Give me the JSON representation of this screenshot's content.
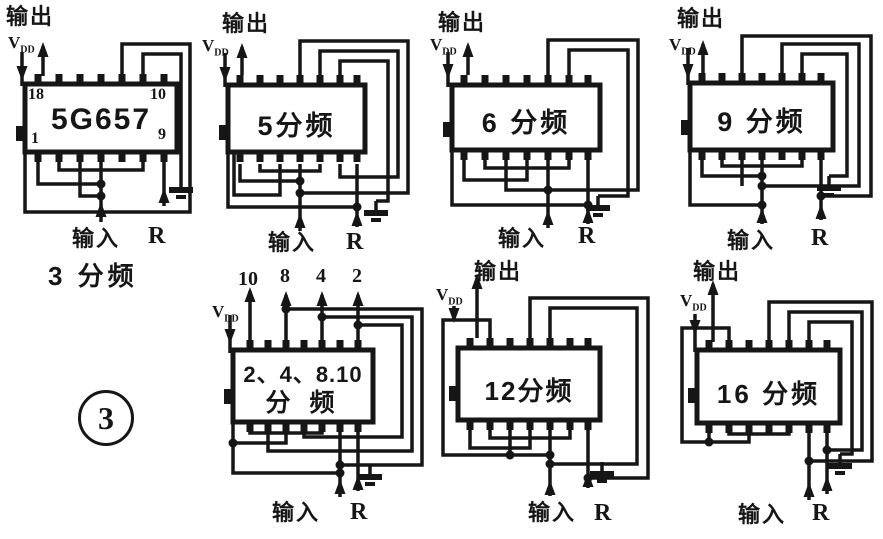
{
  "figure": {
    "number": "3"
  },
  "colors": {
    "ink": "#161616",
    "background": "#ffffff"
  },
  "circuits": [
    {
      "name": "divide-by-3",
      "chip_label": "5G657",
      "caption": "3 分频",
      "output": "输出",
      "vdd_v": "V",
      "vdd_sub": "DD",
      "input": "输入",
      "reset": "R",
      "pin_top_left": "18",
      "pin_top_right": "10",
      "pin_bottom_left": "1",
      "pin_bottom_right": "9"
    },
    {
      "name": "divide-by-5",
      "chip_label": "5分频",
      "output": "输出",
      "vdd_v": "V",
      "vdd_sub": "DD",
      "input": "输入",
      "reset": "R"
    },
    {
      "name": "divide-by-6",
      "chip_label": "6 分频",
      "output": "输出",
      "vdd_v": "V",
      "vdd_sub": "DD",
      "input": "输入",
      "reset": "R"
    },
    {
      "name": "divide-by-9",
      "chip_label": "9 分频",
      "output": "输出",
      "vdd_v": "V",
      "vdd_sub": "DD",
      "input": "输入",
      "reset": "R"
    },
    {
      "name": "divide-by-2-4-8-10",
      "chip_label_line1": "2、4、8.10",
      "chip_label_line2": "分  频",
      "taps": [
        "10",
        "8",
        "4",
        "2"
      ],
      "vdd_v": "V",
      "vdd_sub": "DD",
      "input": "输入",
      "reset": "R"
    },
    {
      "name": "divide-by-12",
      "chip_label": "12分频",
      "output": "输出",
      "vdd_v": "V",
      "vdd_sub": "DD",
      "input": "输入",
      "reset": "R"
    },
    {
      "name": "divide-by-16",
      "chip_label": "16 分频",
      "output": "输出",
      "vdd_v": "V",
      "vdd_sub": "DD",
      "input": "输入",
      "reset": "R"
    }
  ]
}
